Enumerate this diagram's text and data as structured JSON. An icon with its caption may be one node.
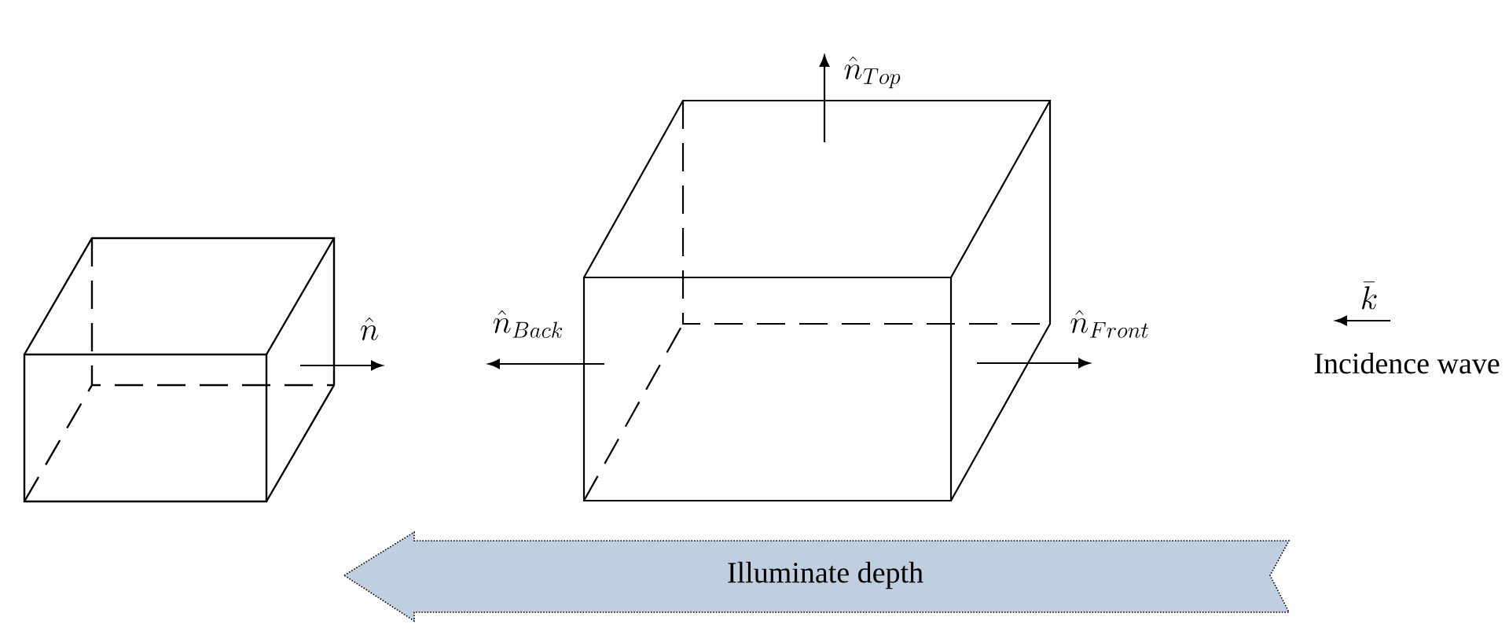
{
  "diagram": {
    "nodes": [
      {
        "text": [
          "Illuminate depth"
        ]
      }
    ],
    "labels": [
      "\\hat{n}",
      "\\hat{n}_{Top}",
      "\\hat{n}_{Back}",
      "\\hat{n}_{Front}",
      "\\bar{k}",
      "Incidence wave"
    ]
  }
}
